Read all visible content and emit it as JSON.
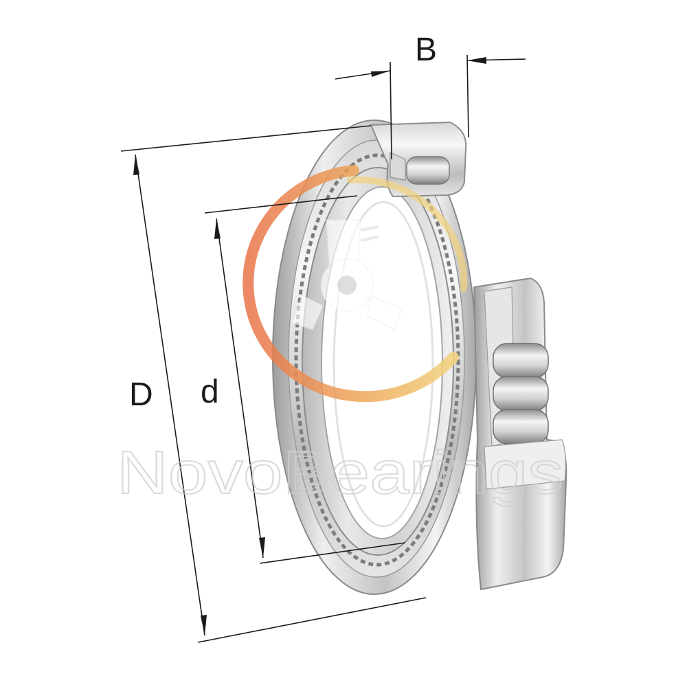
{
  "labels": {
    "width": "B",
    "outer_diameter": "D",
    "bore_diameter": "d"
  },
  "watermark": {
    "text": "NovoBearings"
  },
  "colors": {
    "steel_light": "#eeeeee",
    "steel_mid": "#c9c9c9",
    "steel_dark": "#8a8a8a",
    "logo_orange": "#e9744a",
    "logo_yellow": "#f2d27a",
    "line": "#1a1a1a"
  },
  "icons": [
    "bearing-logo-icon",
    "watermark-logo-icon"
  ]
}
